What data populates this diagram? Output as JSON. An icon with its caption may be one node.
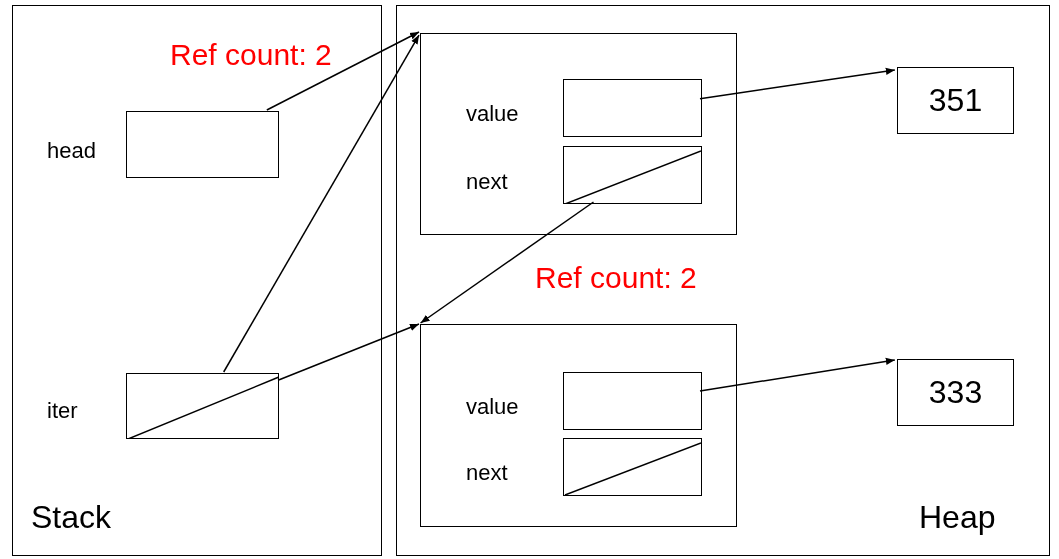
{
  "diagram": {
    "nodes": [
      {
        "text": [
          "Stack"
        ]
      },
      {
        "text": [],
        "shape": "box",
        "beside": [
          "head"
        ],
        "in": 0
      },
      {
        "text": [],
        "shape": "box",
        "beside": [
          "iter"
        ],
        "in": 0
      },
      {
        "text": [
          "Heap"
        ]
      },
      {
        "text": [],
        "shape": "box",
        "in": 3
      },
      {
        "text": [],
        "shape": "box",
        "beside": [
          "value"
        ],
        "in": 4
      },
      {
        "text": [],
        "shape": "box",
        "beside": [
          "next"
        ],
        "in": 4
      },
      {
        "text": [],
        "shape": "box",
        "in": 3
      },
      {
        "text": [],
        "shape": "box",
        "beside": [
          "value"
        ],
        "in": 7
      },
      {
        "text": [],
        "shape": "box",
        "beside": [
          "next"
        ],
        "in": 7
      },
      {
        "text": [
          "351"
        ],
        "in": 3
      },
      {
        "text": [
          "333"
        ],
        "in": 3
      }
    ],
    "edges": [
      {
        "from": 1,
        "to": 4,
        "arrow": "to"
      },
      {
        "from": 2,
        "to": 4,
        "arrow": "to"
      },
      {
        "from": 2,
        "to": 7,
        "arrow": "to"
      },
      {
        "from": 5,
        "to": 10,
        "arrow": "to"
      },
      {
        "from": 6,
        "to": 7,
        "arrow": "to"
      },
      {
        "from": 8,
        "to": 11,
        "arrow": "to"
      }
    ],
    "labels": [
      "Ref count: 2",
      "Ref count: 2"
    ]
  }
}
